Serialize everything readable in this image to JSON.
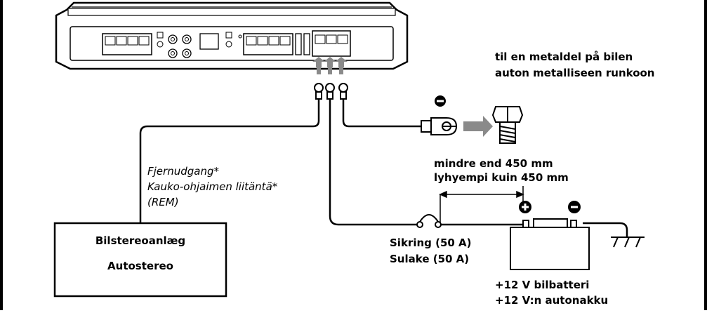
{
  "labels": {
    "metal_line1": "til en metaldel på bilen",
    "metal_line2": "auton metalliseen runkoon",
    "dist_line1": "mindre end 450 mm",
    "dist_line2": "lyhyempi kuin 450 mm",
    "remote_line1": "Fjernudgang*",
    "remote_line2": "Kauko-ohjaimen liitäntä*",
    "remote_line3": "(REM)",
    "stereo_line1": "Bilstereoanlæg",
    "stereo_line2": "Autostereo",
    "fuse_line1": "Sikring (50 A)",
    "fuse_line2": "Sulake (50 A)",
    "battery_line1": "+12 V bilbatteri",
    "battery_line2": "+12 V:n autonakku"
  }
}
